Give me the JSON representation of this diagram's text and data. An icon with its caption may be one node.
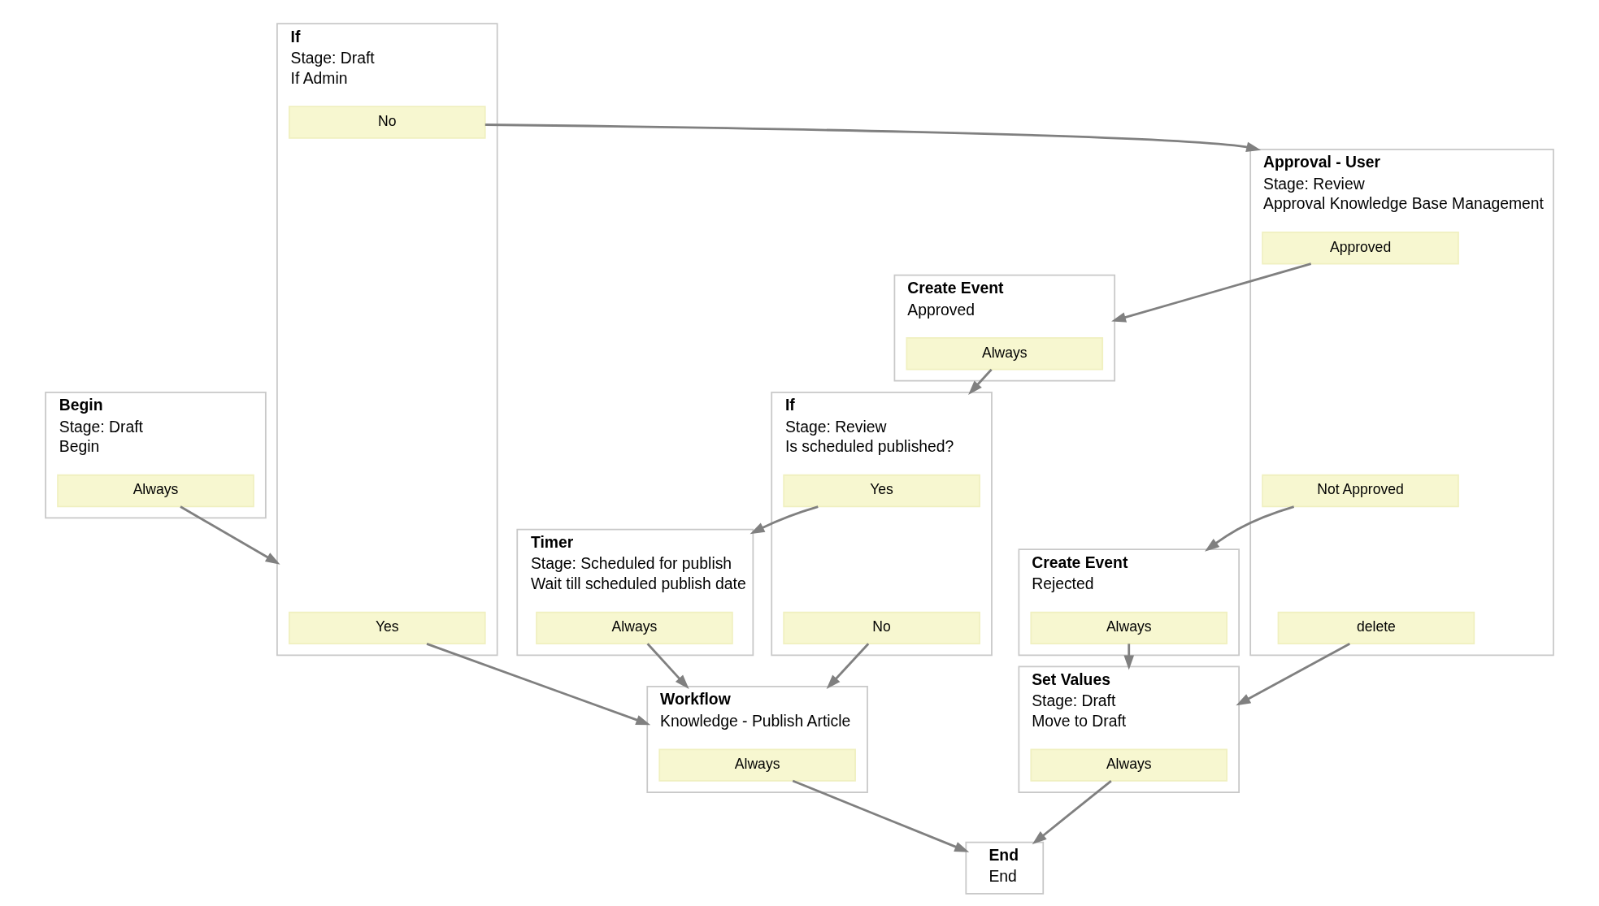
{
  "diagram": {
    "nodes": [
      {
        "text": [
          "Begin",
          "Stage: Draft",
          "Begin"
        ]
      },
      {
        "text": [
          "Always"
        ],
        "in": 0
      },
      {
        "text": [
          "If",
          "Stage: Draft",
          "If Admin"
        ]
      },
      {
        "text": [
          "Yes"
        ],
        "in": 2
      },
      {
        "text": [
          "No"
        ],
        "in": 2
      },
      {
        "text": [
          "Approval - User",
          "Stage: Review",
          "Approval Knowledge Base Management"
        ]
      },
      {
        "text": [
          "Approved"
        ],
        "in": 5
      },
      {
        "text": [
          "Not Approved"
        ],
        "in": 5
      },
      {
        "text": [
          "delete"
        ],
        "in": 5
      },
      {
        "text": [
          "Create Event",
          "Approved"
        ]
      },
      {
        "text": [
          "Always"
        ],
        "in": 9
      },
      {
        "text": [
          "If",
          "Stage: Review",
          "Is scheduled published?"
        ]
      },
      {
        "text": [
          "Yes"
        ],
        "in": 11
      },
      {
        "text": [
          "No"
        ],
        "in": 11
      },
      {
        "text": [
          "Timer",
          "Stage: Scheduled for publish",
          "Wait till scheduled publish date"
        ]
      },
      {
        "text": [
          "Always"
        ],
        "in": 14
      },
      {
        "text": [
          "Workflow",
          "Knowledge - Publish Article"
        ]
      },
      {
        "text": [
          "Always"
        ],
        "in": 16
      },
      {
        "text": [
          "End",
          "End"
        ]
      },
      {
        "text": [
          "Create Event",
          "Rejected"
        ]
      },
      {
        "text": [
          "Always"
        ],
        "in": 19
      },
      {
        "text": [
          "Set Values",
          "Stage: Draft",
          "Move to Draft"
        ]
      },
      {
        "text": [
          "Always"
        ],
        "in": 21
      }
    ],
    "edges": [
      {
        "from": 1,
        "to": 2,
        "arrow": "to"
      },
      {
        "from": 3,
        "to": 16,
        "arrow": "to"
      },
      {
        "from": 4,
        "to": 5,
        "arrow": "to"
      },
      {
        "from": 6,
        "to": 9,
        "arrow": "to"
      },
      {
        "from": 7,
        "to": 19,
        "arrow": "to"
      },
      {
        "from": 8,
        "to": 21,
        "arrow": "to"
      },
      {
        "from": 10,
        "to": 11,
        "arrow": "to"
      },
      {
        "from": 12,
        "to": 14,
        "arrow": "to"
      },
      {
        "from": 13,
        "to": 16,
        "arrow": "to"
      },
      {
        "from": 15,
        "to": 16,
        "arrow": "to"
      },
      {
        "from": 17,
        "to": 18,
        "arrow": "to"
      },
      {
        "from": 20,
        "to": 21,
        "arrow": "to"
      },
      {
        "from": 22,
        "to": 18,
        "arrow": "to"
      }
    ]
  }
}
